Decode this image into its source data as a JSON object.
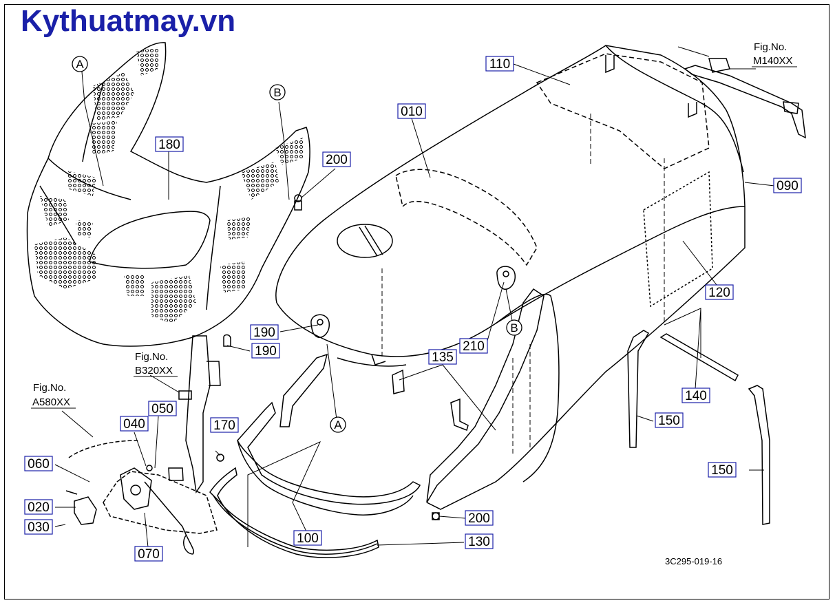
{
  "watermark": "Kythuatmay.vn",
  "diagram_code": "3C295-019-16",
  "fig_refs": [
    {
      "line1": "Fig.No.",
      "line2": "M140XX"
    },
    {
      "line1": "Fig.No.",
      "line2": "B320XX"
    },
    {
      "line1": "Fig.No.",
      "line2": "A580XX"
    }
  ],
  "callouts": [
    "A",
    "B",
    "A",
    "B"
  ],
  "parts": [
    "110",
    "010",
    "180",
    "200",
    "090",
    "120",
    "190",
    "210",
    "190",
    "135",
    "140",
    "050",
    "040",
    "170",
    "150",
    "060",
    "150",
    "020",
    "200",
    "030",
    "100",
    "130",
    "070"
  ],
  "colors": {
    "watermark": "#1a20a8",
    "label_box": "#1a20a8",
    "line": "#000000"
  }
}
